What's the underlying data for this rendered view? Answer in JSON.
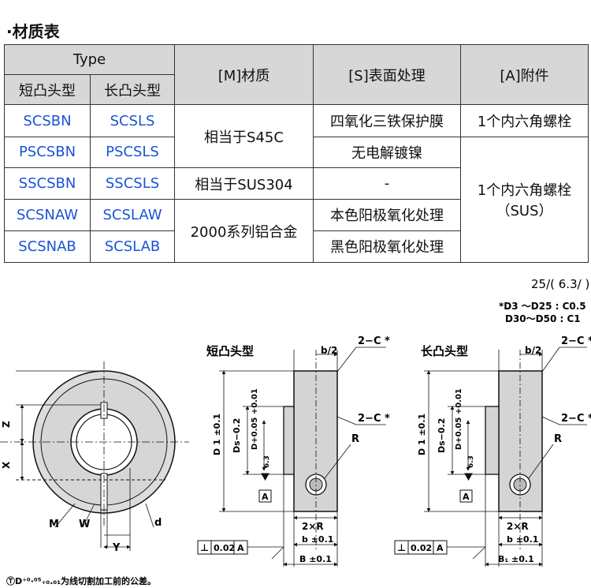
{
  "section_title": "·材质表",
  "table": {
    "header": {
      "type": "Type",
      "short": "短凸头型",
      "long": "长凸头型",
      "material": "[M]材质",
      "surface": "[S]表面处理",
      "accessory": "[A]附件"
    },
    "rows": [
      {
        "short": "SCSBN",
        "long": "SCSLS"
      },
      {
        "short": "PSCSBN",
        "long": "PSCSLS"
      },
      {
        "short": "SSCSBN",
        "long": "SSCSLS"
      },
      {
        "short": "SCSNAW",
        "long": "SCSLAW"
      },
      {
        "short": "SCSNAB",
        "long": "SCSLAB"
      }
    ],
    "materials": [
      "相当于S45C",
      "相当于SUS304",
      "2000系列铝合金"
    ],
    "surfaces": [
      "四氧化三铁保护膜",
      "无电解镀镍",
      "-",
      "本色阳极氧化处理",
      "黑色阳极氧化处理"
    ],
    "accessories": [
      "1个内六角螺栓",
      "1个内六角螺栓",
      "（SUS）"
    ]
  },
  "drawing": {
    "roughness": "25/( 6.3/ )",
    "chamfer_note_1": "*D3 ～D25 : C0.5",
    "chamfer_note_2": "D30～D50 : C1",
    "short_label": "短凸头型",
    "long_label": "长凸头型",
    "b2": "b/2",
    "c_star": "2−C *",
    "c_star2": "2−C *",
    "r": "R",
    "d1": "D 1 ±0.1",
    "ds": "Ds−0.2",
    "d_tol": "D+0.05 +0.01",
    "a_box": "A",
    "two_r": "2×R",
    "b_dim": "b ±0.1",
    "B_dim": "B ±0.1",
    "B1_dim": "B₁ ±0.1",
    "tol_perp": "⊥",
    "tol_value": "0.02",
    "tol_ref": "A",
    "z": "Z",
    "x": "X",
    "m": "M",
    "w": "W",
    "y": "Y",
    "d": "d",
    "r63": "6.3",
    "footnote": "ⓉD⁺⁰·⁰⁵₊₀.₀₁为线切割加工前的公差。"
  }
}
